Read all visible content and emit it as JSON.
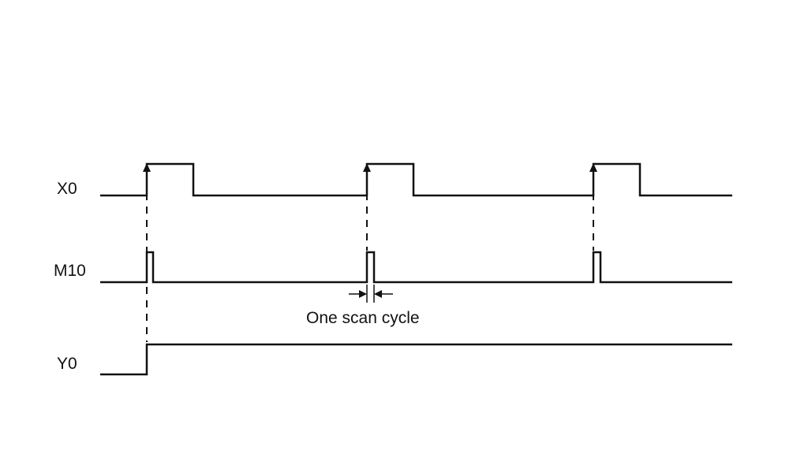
{
  "signals": [
    {
      "id": "x0",
      "label": "X0"
    },
    {
      "id": "m10",
      "label": "M10"
    },
    {
      "id": "y0",
      "label": "Y0"
    }
  ],
  "annotation": {
    "label": "One scan cycle"
  },
  "colors": {
    "line": "#111111",
    "background": "#ffffff"
  },
  "icons": {
    "rising_edge": "up-arrow-icon",
    "dimension": "dimension-arrow-icon"
  }
}
